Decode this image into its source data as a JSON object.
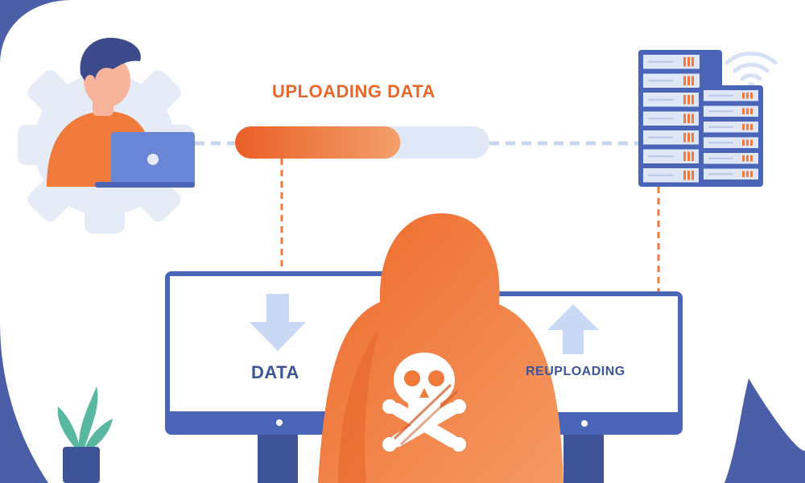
{
  "title": "UPLOADING DATA",
  "progress": {
    "fraction": 0.65
  },
  "left_monitor": {
    "label": "DATA",
    "arrow_icon": "arrow-down-icon"
  },
  "right_monitor": {
    "label": "REUPLOADING",
    "arrow_icon": "arrow-up-icon"
  },
  "colors": {
    "accent_orange": "#ef7a3c",
    "navy": "#3d5499",
    "light_blue": "#dfe7f7",
    "background_frame": "#4a5fa8"
  },
  "icons": [
    "user-icon",
    "laptop-icon",
    "server-rack-icon",
    "wifi-icon",
    "hacker-icon",
    "skull-crossbones-icon",
    "plant-icon"
  ]
}
